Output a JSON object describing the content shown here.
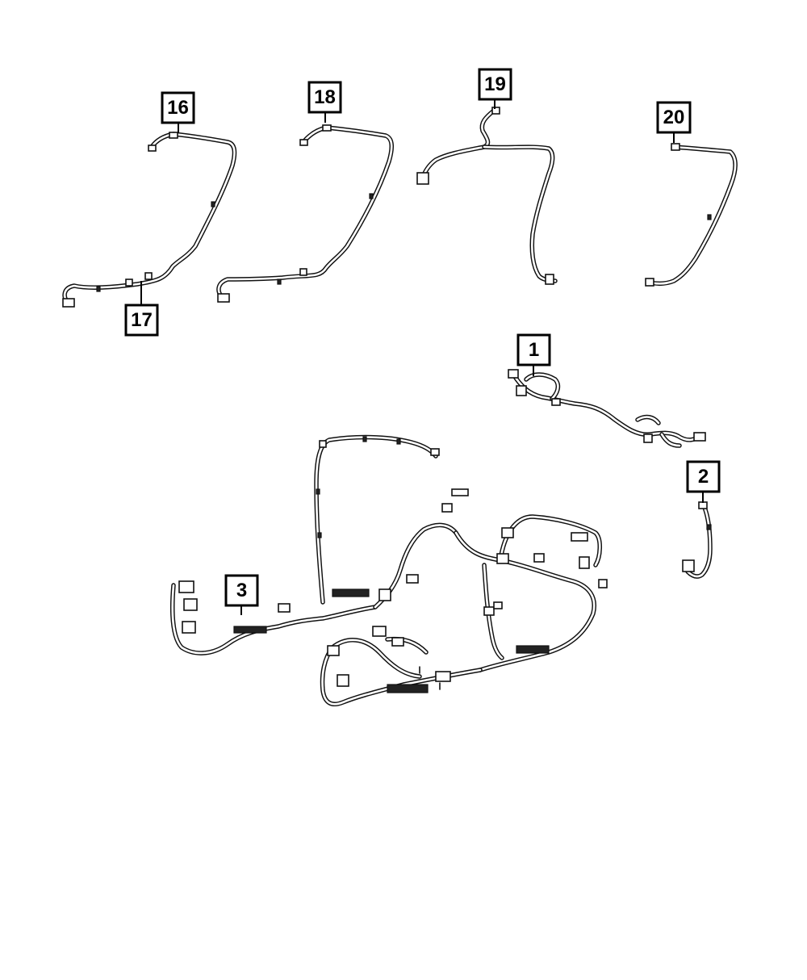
{
  "callouts": [
    {
      "id": "c16",
      "label": "16"
    },
    {
      "id": "c17",
      "label": "17"
    },
    {
      "id": "c18",
      "label": "18"
    },
    {
      "id": "c19",
      "label": "19"
    },
    {
      "id": "c20",
      "label": "20"
    },
    {
      "id": "c1",
      "label": "1"
    },
    {
      "id": "c2",
      "label": "2"
    },
    {
      "id": "c3",
      "label": "3"
    }
  ]
}
